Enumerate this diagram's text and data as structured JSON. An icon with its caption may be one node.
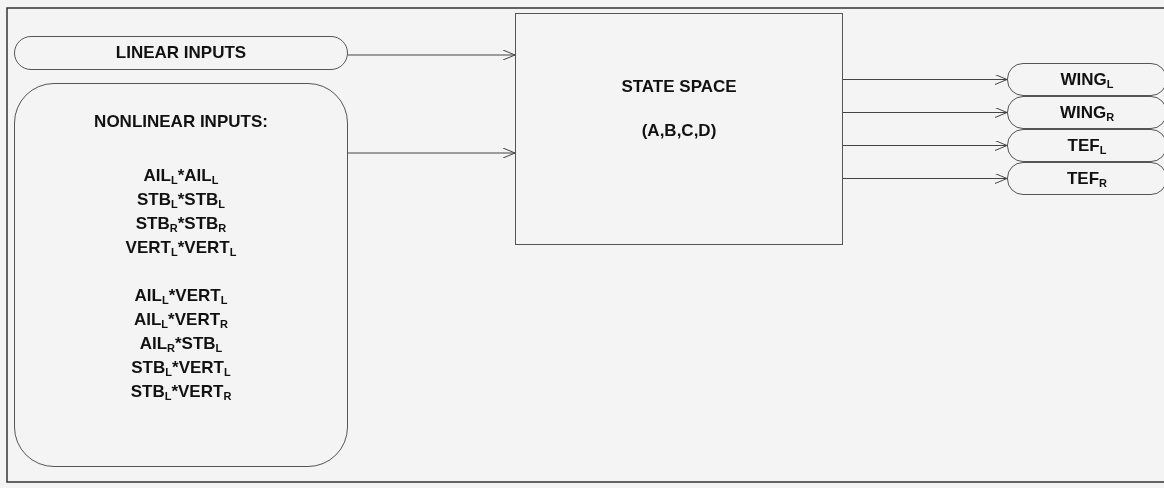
{
  "diagram": {
    "nodes": [
      {
        "text": [
          "LINEAR INPUTS"
        ]
      },
      {
        "text": [
          "NONLINEAR INPUTS:",
          "AIL$_{L}$*AIL$_{L}$",
          "STB$_{L}$*STB$_{L}$",
          "STB$_{R}$*STB$_{R}$",
          "VERT$_{L}$*VERT$_{L}$",
          "AIL$_{L}$*VERT$_{L}$",
          "AIL$_{L}$*VERT$_{R}$",
          "AIL$_{R}$*STB$_{L}$",
          "STB$_{L}$*VERT$_{L}$",
          "STB$_{L}$*VERT$_{R}$"
        ]
      },
      {
        "text": [
          "STATE SPACE",
          "(A,B,C,D)"
        ]
      },
      {
        "text": [
          "WING$_{L}$"
        ]
      },
      {
        "text": [
          "WING$_{R}$"
        ]
      },
      {
        "text": [
          "TEF$_{L}$"
        ]
      },
      {
        "text": [
          "TEF$_{R}$"
        ]
      }
    ],
    "edges": [
      {
        "from": 0,
        "to": 2,
        "arrow": "to"
      },
      {
        "from": 1,
        "to": 2,
        "arrow": "to"
      },
      {
        "from": 2,
        "to": 3,
        "arrow": "to"
      },
      {
        "from": 2,
        "to": 4,
        "arrow": "to"
      },
      {
        "from": 2,
        "to": 5,
        "arrow": "to"
      },
      {
        "from": 2,
        "to": 6,
        "arrow": "to"
      }
    ]
  }
}
